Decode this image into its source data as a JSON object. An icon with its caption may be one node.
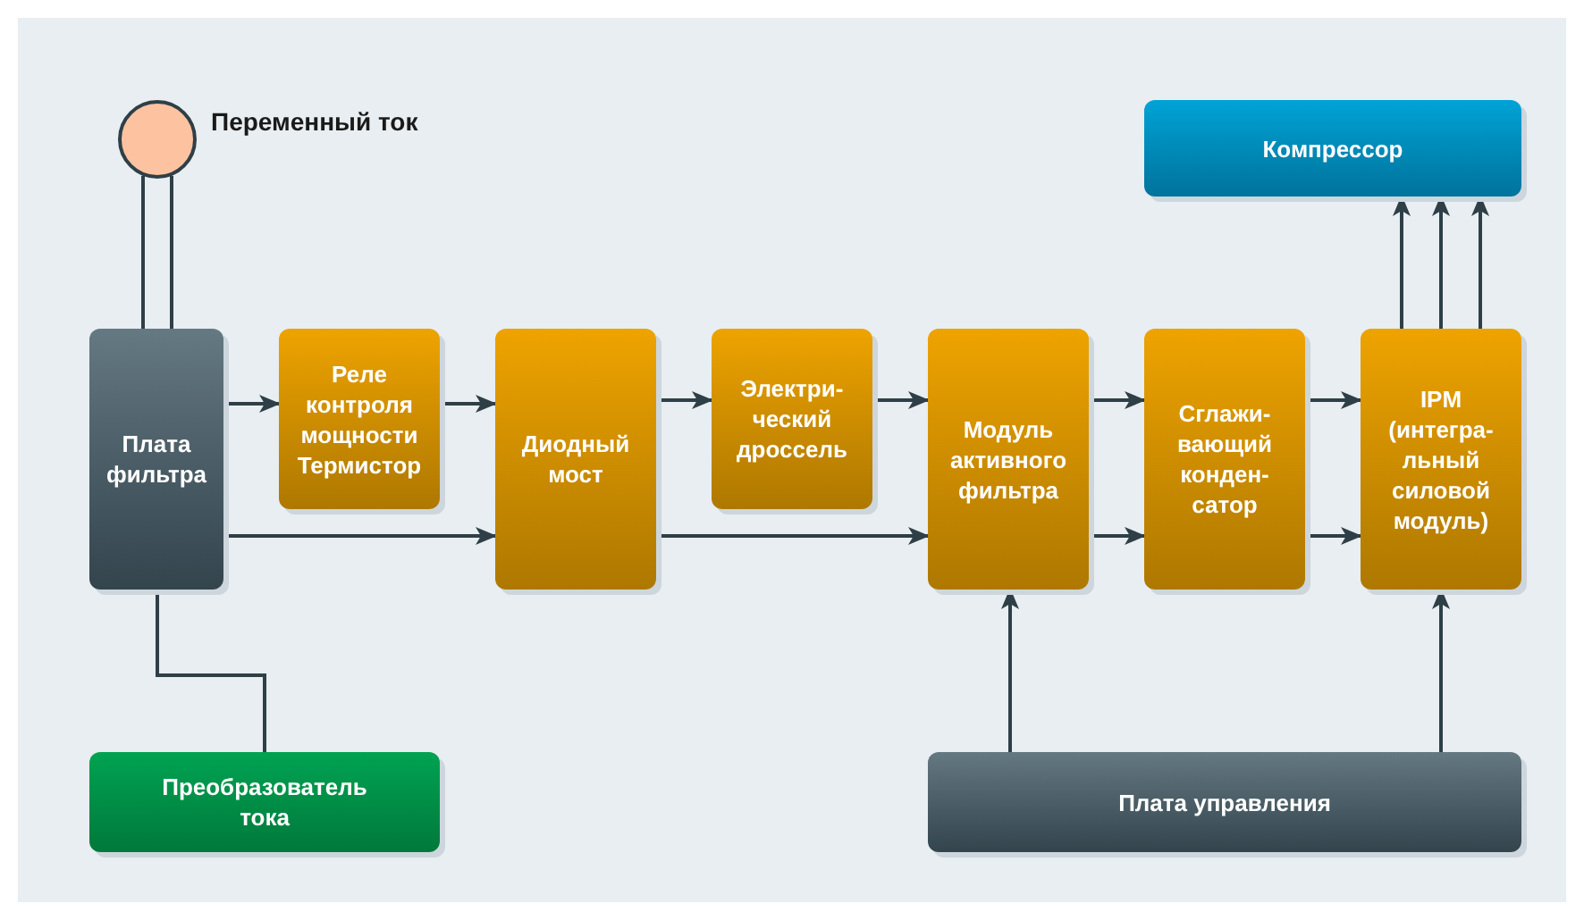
{
  "diagram": {
    "nodes": [
      {
        "text": [],
        "shape": "circle",
        "beside": [
          "Переменный ток"
        ]
      },
      {
        "text": [
          "Плата фильтра"
        ]
      },
      {
        "text": [
          "Реле контроля мощности Термистор"
        ]
      },
      {
        "text": [
          "Диодный мост"
        ]
      },
      {
        "text": [
          "Электри- ческий дроссель"
        ]
      },
      {
        "text": [
          "Модуль активного фильтра"
        ]
      },
      {
        "text": [
          "Сглажи- вающий конден- сатор"
        ]
      },
      {
        "text": [
          "IPM (интегра- льный силовой модуль)"
        ]
      },
      {
        "text": [
          "Компрессор"
        ]
      },
      {
        "text": [
          "Преобразователь тока"
        ]
      },
      {
        "text": [
          "Плата управления"
        ]
      }
    ],
    "edges": [
      {
        "from": 0,
        "to": 1,
        "arrow": "none"
      },
      {
        "from": 0,
        "to": 1,
        "arrow": "none"
      },
      {
        "from": 1,
        "to": 2,
        "arrow": "to"
      },
      {
        "from": 2,
        "to": 3,
        "arrow": "to"
      },
      {
        "from": 1,
        "to": 3,
        "arrow": "to"
      },
      {
        "from": 3,
        "to": 4,
        "arrow": "to"
      },
      {
        "from": 4,
        "to": 5,
        "arrow": "to"
      },
      {
        "from": 3,
        "to": 5,
        "arrow": "to"
      },
      {
        "from": 5,
        "to": 6,
        "arrow": "to"
      },
      {
        "from": 5,
        "to": 6,
        "arrow": "to"
      },
      {
        "from": 6,
        "to": 7,
        "arrow": "to"
      },
      {
        "from": 6,
        "to": 7,
        "arrow": "to"
      },
      {
        "from": 7,
        "to": 8,
        "arrow": "to"
      },
      {
        "from": 7,
        "to": 8,
        "arrow": "to"
      },
      {
        "from": 7,
        "to": 8,
        "arrow": "to"
      },
      {
        "from": 10,
        "to": 5,
        "arrow": "to"
      },
      {
        "from": 10,
        "to": 7,
        "arrow": "to"
      },
      {
        "from": 1,
        "to": 9,
        "arrow": "none"
      }
    ]
  }
}
